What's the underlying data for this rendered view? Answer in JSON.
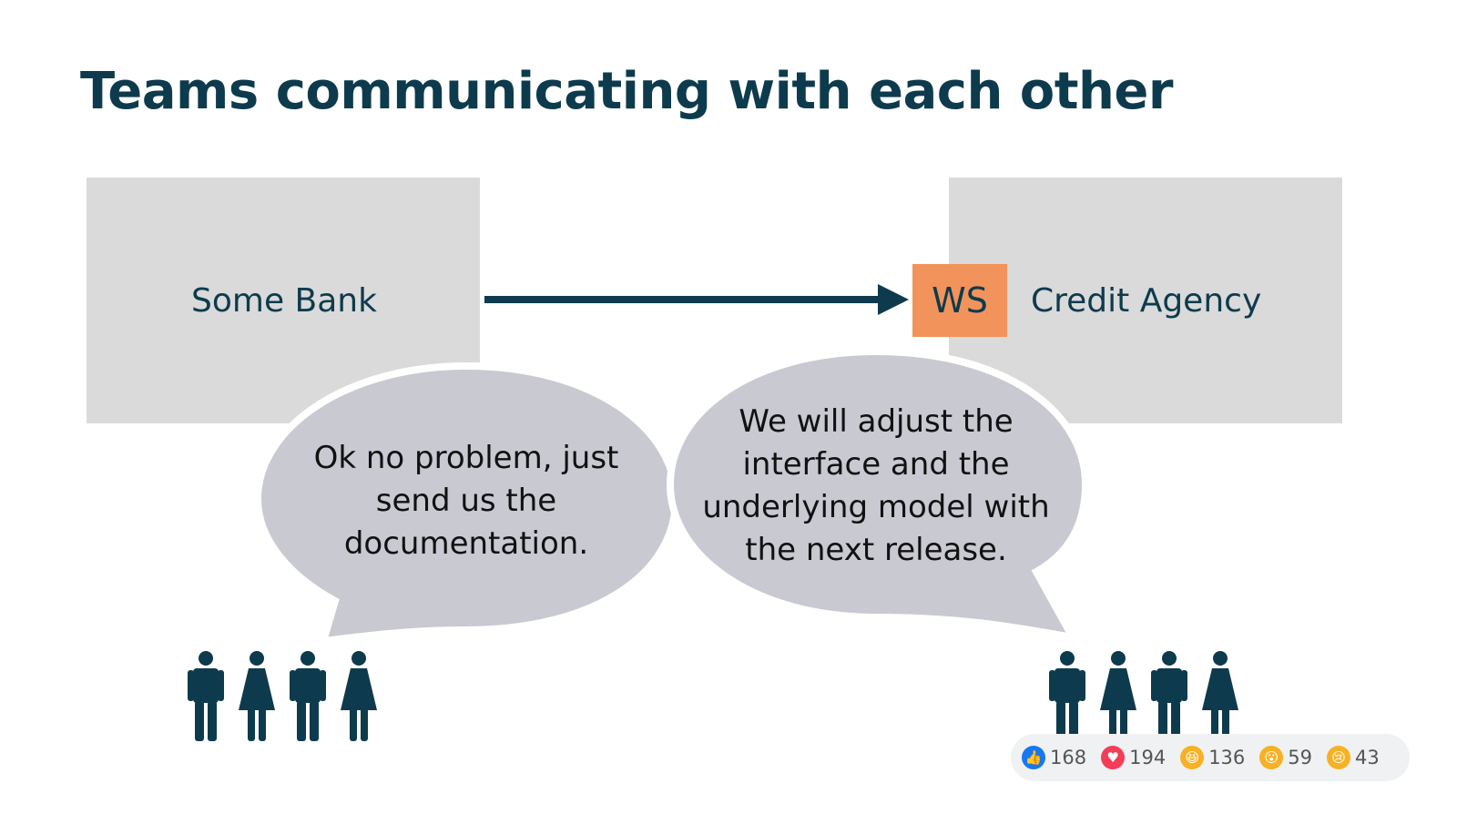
{
  "title": "Teams communicating with each other",
  "left_team": {
    "name": "Some Bank"
  },
  "right_team": {
    "name": "Credit Agency",
    "interface_label": "WS"
  },
  "bubbles": {
    "left": "Ok no problem, just send us the documentation.",
    "right": "We will adjust the interface and the underlying model with the next release."
  },
  "people": {
    "left": [
      "male",
      "female",
      "male",
      "female"
    ],
    "right": [
      "male",
      "female",
      "male",
      "female"
    ]
  },
  "reactions": [
    {
      "icon": "like-icon",
      "count": "168",
      "color": "#1877f2",
      "glyph": "👍"
    },
    {
      "icon": "love-icon",
      "count": "194",
      "color": "#f33e58",
      "glyph": "♥"
    },
    {
      "icon": "haha-icon",
      "count": "136",
      "color": "#f7b125",
      "glyph": "😆"
    },
    {
      "icon": "wow-icon",
      "count": "59",
      "color": "#f7b125",
      "glyph": "😮"
    },
    {
      "icon": "sad-icon",
      "count": "43",
      "color": "#f7b125",
      "glyph": "😢"
    }
  ],
  "colors": {
    "navy": "#0d3b4d",
    "orange": "#f2935c",
    "box_gray": "#dadada",
    "bubble_gray": "#c9c9d2"
  }
}
